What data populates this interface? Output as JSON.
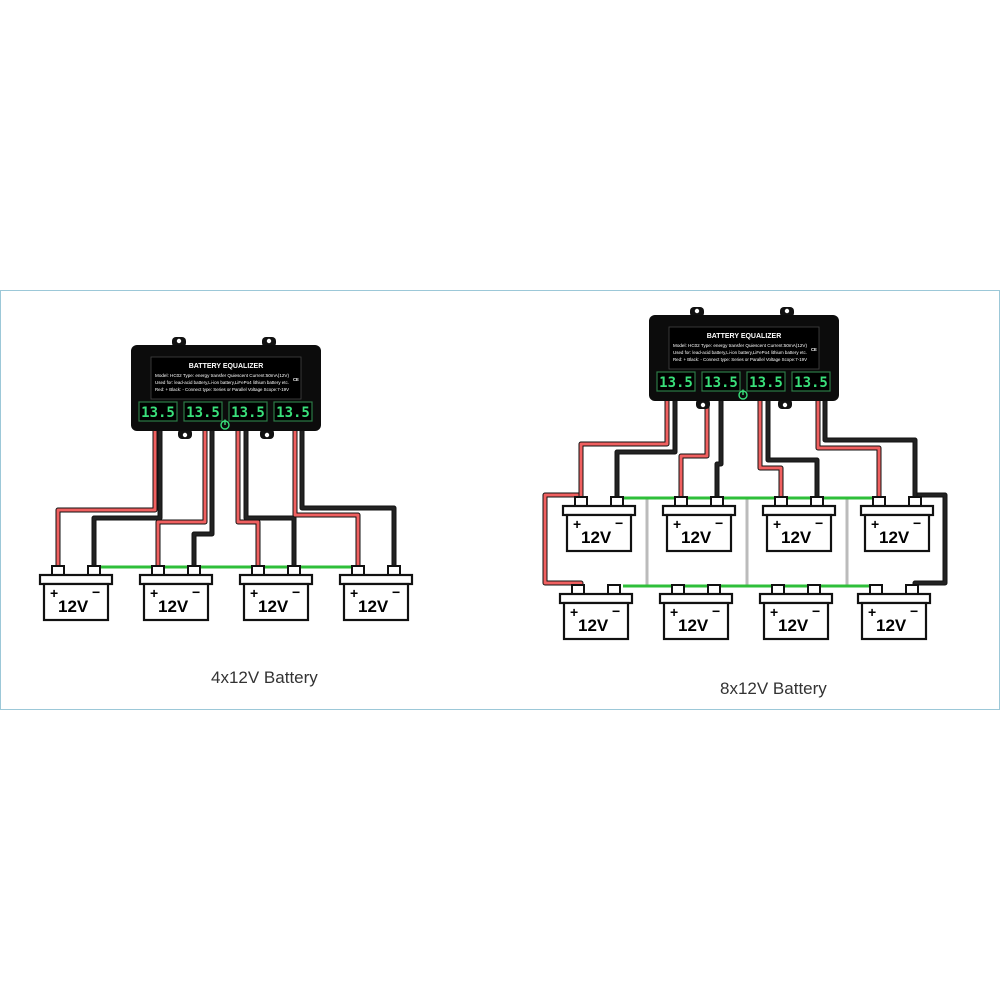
{
  "diagrams": [
    {
      "caption": "4x12V Battery",
      "device": {
        "title": "BATTERY EQUALIZER",
        "info_lines": [
          "Model: HC02  Type: energy transfer Quiescent Current:50mA(12V)",
          "Used for: lead-acid battery,Li-ion battery,LiFePo4 lithium battery etc.",
          "Red: +  Black: -  Connect type: Series or Parallel  Voltage Scope:7-19V"
        ],
        "ce_mark": "CE",
        "displays": [
          "13.5",
          "13.5",
          "13.5",
          "13.5"
        ]
      },
      "battery_label": "12V"
    },
    {
      "caption": "8x12V Battery",
      "device": {
        "title": "BATTERY EQUALIZER",
        "info_lines": [
          "Model: HC02  Type: energy transfer Quiescent Current:50mA(12V)",
          "Used for: lead-acid battery,Li-ion battery,LiFePo4 lithium battery etc.",
          "Red: +  Black: -  Connect type: Series or Parallel  Voltage Scope:7-19V"
        ],
        "ce_mark": "CE",
        "displays": [
          "13.5",
          "13.5",
          "13.5",
          "13.5"
        ]
      },
      "battery_label": "12V"
    }
  ],
  "colors": {
    "wire_positive": "#f06060",
    "wire_negative": "#222222",
    "link_parallel": "#2fbf3a",
    "link_series": "#bbbbbb",
    "display_digits": "#39e07a",
    "frame_border": "#9cc8d8"
  },
  "icons": [
    "power-icon",
    "battery-icon"
  ]
}
